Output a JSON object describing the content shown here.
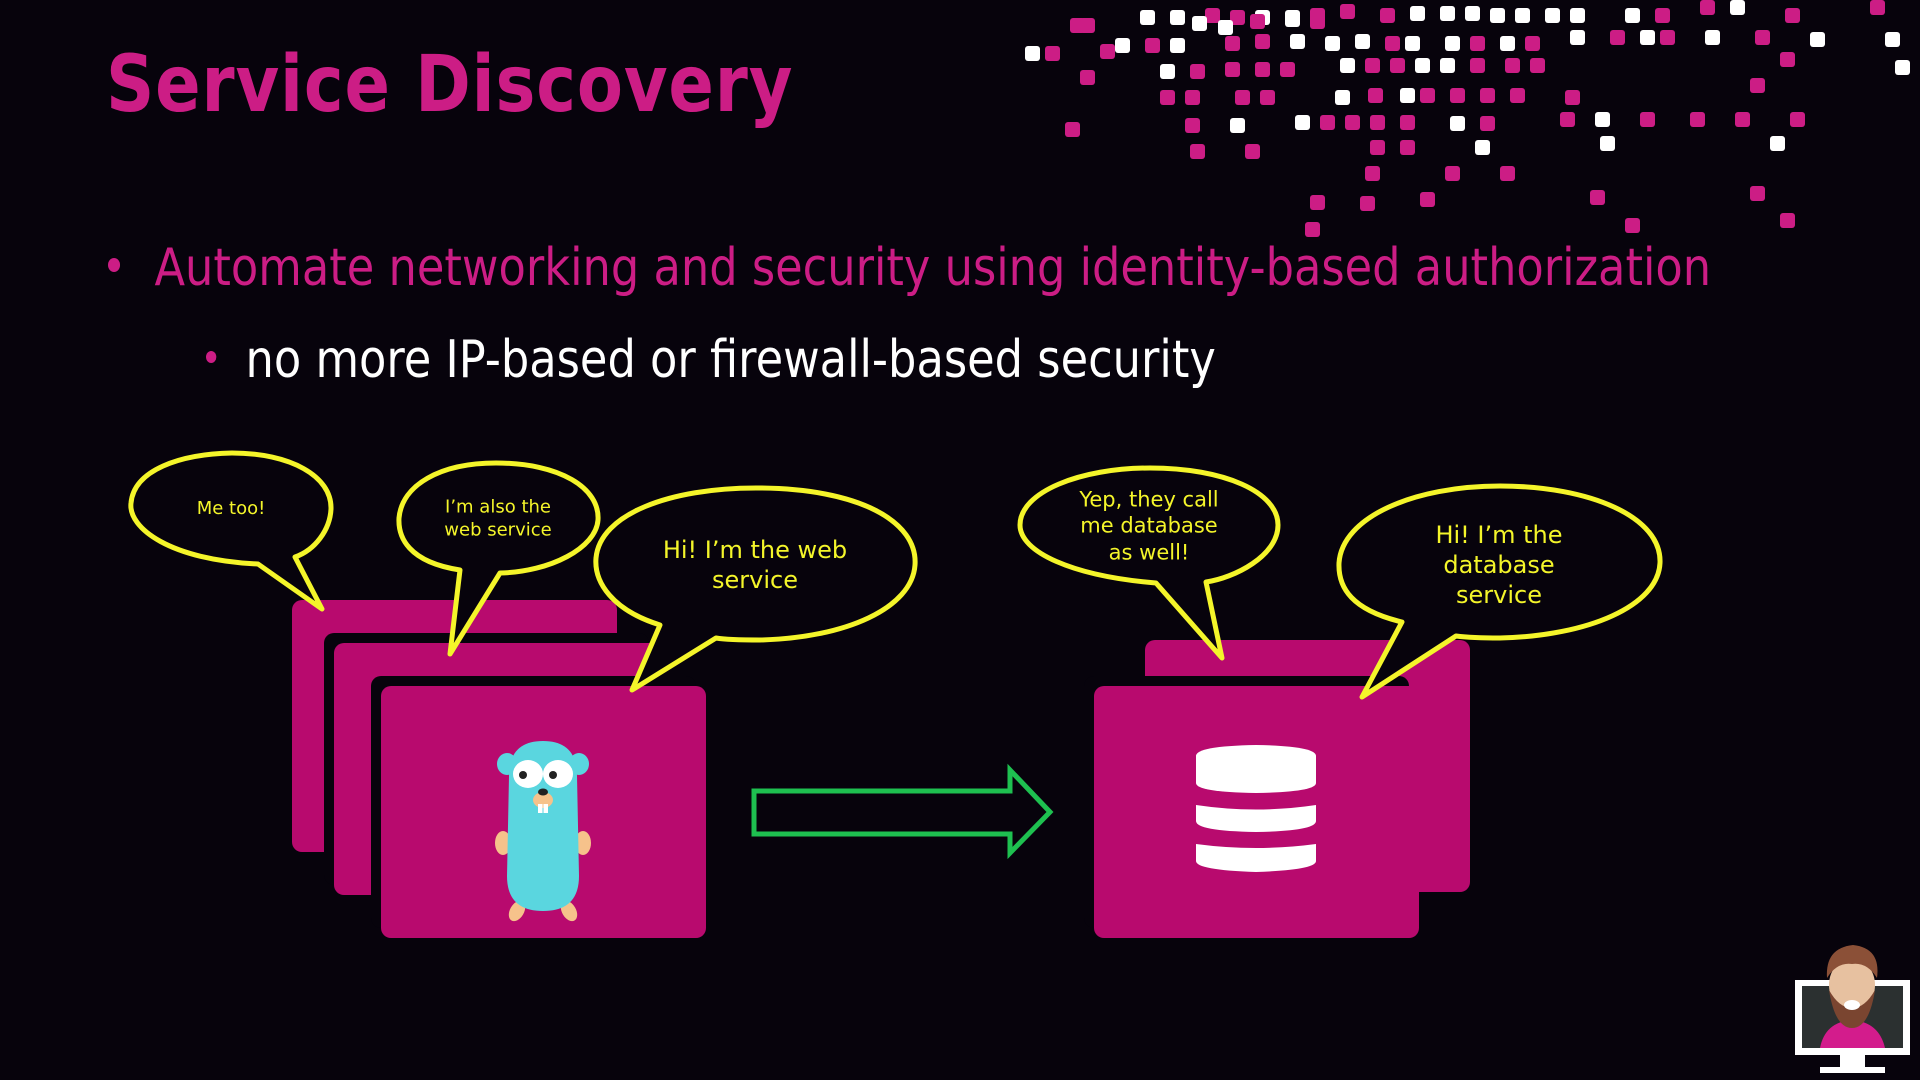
{
  "slide": {
    "title": "Service Discovery",
    "bullets": [
      {
        "level": 1,
        "text": "Automate networking and security using identity-based authorization"
      },
      {
        "level": 2,
        "text": "no more IP-based or firewall-based security"
      }
    ]
  },
  "diagram": {
    "web_bubbles": [
      {
        "lines": [
          "Me too!"
        ]
      },
      {
        "lines": [
          "I’m also the",
          "web service"
        ]
      },
      {
        "lines": [
          "Hi! I’m the web",
          "service"
        ]
      }
    ],
    "db_bubbles": [
      {
        "lines": [
          "Yep, they call",
          "me database",
          "as well!"
        ]
      },
      {
        "lines": [
          "Hi! I’m the",
          "database",
          "service"
        ]
      }
    ],
    "web_service_icon": "gopher-mascot-icon",
    "db_service_icon": "database-icon",
    "connection_icon": "arrow-right-icon"
  },
  "colors": {
    "background": "#07030c",
    "accent": "#cc1d85",
    "card": "#b80a6e",
    "bubble_stroke": "#f4f52a",
    "arrow": "#1ec050",
    "text_white": "#ffffff"
  },
  "presenter": {
    "icon": "presenter-avatar-icon"
  }
}
